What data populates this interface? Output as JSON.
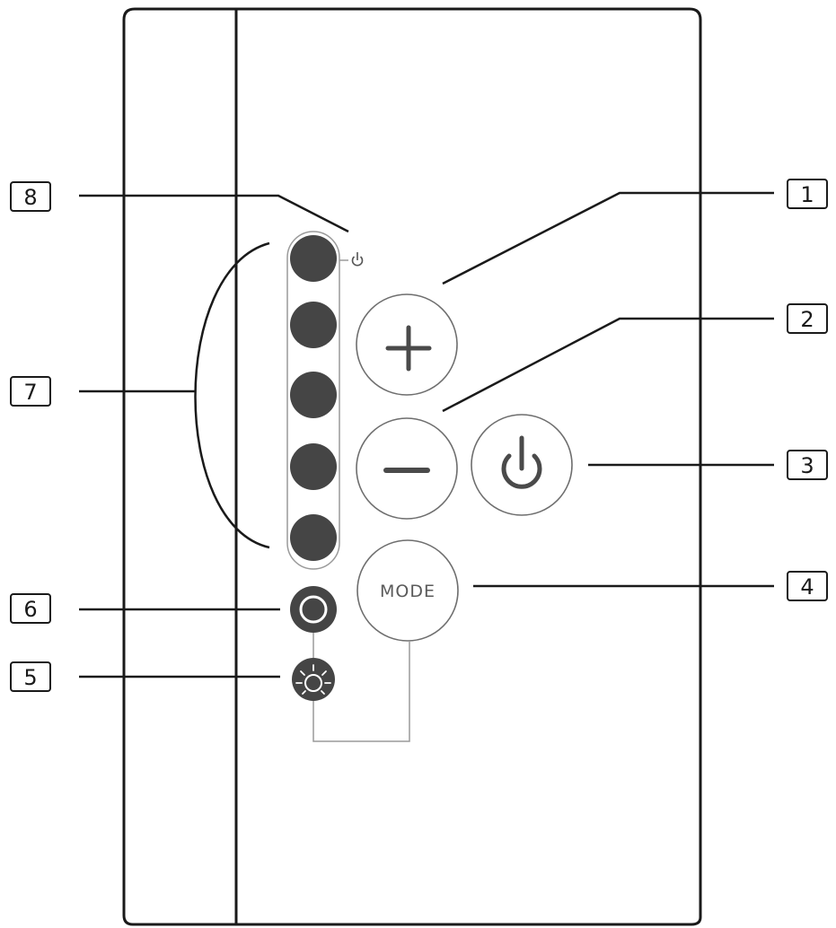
{
  "labels": {
    "l1": "1",
    "l2": "2",
    "l3": "3",
    "l4": "4",
    "l5": "5",
    "l6": "6",
    "l7": "7",
    "l8": "8"
  },
  "buttons": {
    "mode": "MODE"
  },
  "icons": {
    "plus": "plus-icon",
    "minus": "minus-icon",
    "power": "power-icon",
    "power_small": "power-indicator-icon",
    "ring": "ring-indicator-icon",
    "sun": "light-indicator-icon"
  },
  "colors": {
    "led": "#454545",
    "outline": "#6e6e6e",
    "line": "#1a1a1a"
  }
}
